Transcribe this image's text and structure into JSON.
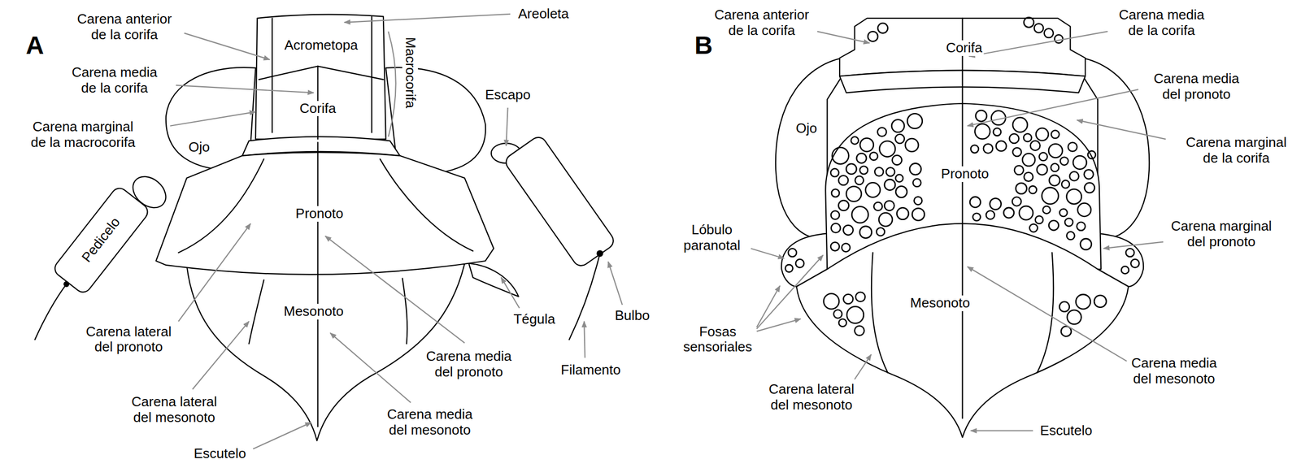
{
  "diagram": {
    "labels": [
      "A",
      "Carena anterior de la corifa",
      "Areoleta",
      "Acrometopa",
      "Macrocorifa",
      "Carena media de la corifa",
      "Corifa",
      "Carena marginal de la macrocorifa",
      "Ojo",
      "Escapo",
      "Pedicelo",
      "Pronoto",
      "Mesonoto",
      "Tégula",
      "Bulbo",
      "Carena lateral del pronoto",
      "Carena media del pronoto",
      "Filamento",
      "Carena lateral del mesonoto",
      "Carena media del mesonoto",
      "Escutelo",
      "B",
      "Carena anterior de la corifa",
      "Carena media de la corifa",
      "Corifa",
      "Carena media del pronoto",
      "Ojo",
      "Carena marginal de la corifa",
      "Pronoto",
      "Lóbulo paranotal",
      "Carena marginal del pronoto",
      "Mesonoto",
      "Fosas sensoriales",
      "Carena media del mesonoto",
      "Carena lateral del mesonoto",
      "Escutelo"
    ]
  }
}
